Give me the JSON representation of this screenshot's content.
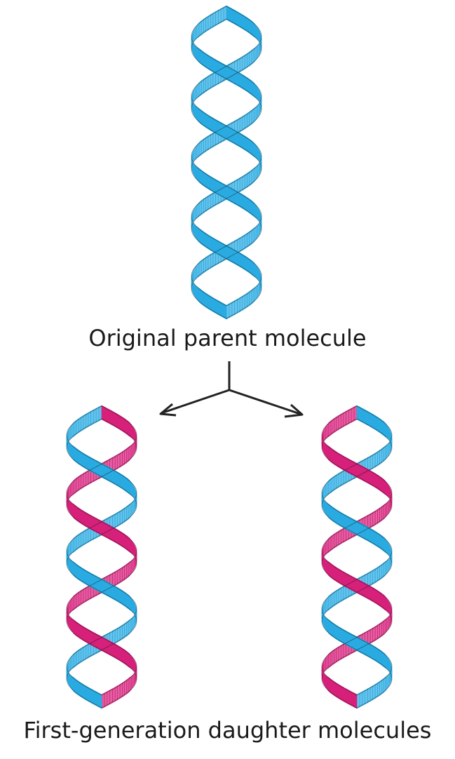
{
  "labels": {
    "parent": "Original parent molecule",
    "daughters": "First-generation daughter molecules"
  },
  "colors": {
    "parental_strand": "#29abe2",
    "new_strand": "#d6207a",
    "arrow": "#222222",
    "outline": "#1a1a1a"
  },
  "molecules": [
    {
      "id": "parent",
      "strands": [
        "parental",
        "parental"
      ]
    },
    {
      "id": "daughter-left",
      "strands": [
        "new",
        "parental"
      ]
    },
    {
      "id": "daughter-right",
      "strands": [
        "parental",
        "new"
      ]
    }
  ]
}
